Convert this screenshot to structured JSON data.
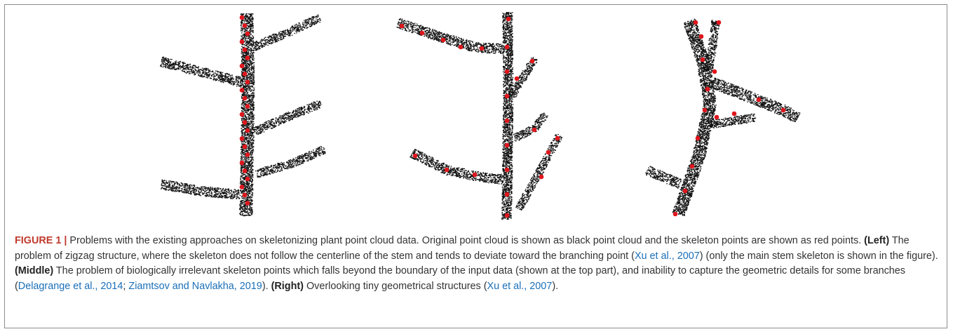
{
  "figure": {
    "panels": [
      {
        "name": "left",
        "description_key": "zigzag"
      },
      {
        "name": "middle",
        "description_key": "irrelevant"
      },
      {
        "name": "right",
        "description_key": "tiny"
      }
    ],
    "colors": {
      "cloud": "#111111",
      "skeleton": "#e0161d",
      "frame": "#8c8c8c",
      "label": "#c0392b",
      "link": "#1a6fb8"
    }
  },
  "caption": {
    "label": "FIGURE 1 |",
    "intro": " Problems with the existing approaches on skeletonizing plant point cloud data. Original point cloud is shown as black point cloud and the skeleton points are shown as red points. ",
    "left_tag": "(Left)",
    "left_text": " The problem of zigzag structure, where the skeleton does not follow the centerline of the stem and tends to deviate toward the branching point (",
    "left_cite": "Xu et al., 2007",
    "left_tail": ") (only the main stem skeleton is shown in the figure). ",
    "middle_tag": "(Middle)",
    "middle_text": " The problem of biologically irrelevant skeleton points which falls beyond the boundary of the input data (shown at the top part), and inability to capture the geometric details for some branches (",
    "middle_cite1": "Delagrange et al., 2014",
    "middle_sep": "; ",
    "middle_cite2": "Ziamtsov and Navlakha, 2019",
    "middle_tail": "). ",
    "right_tag": "(Right)",
    "right_text": " Overlooking tiny geometrical structures (",
    "right_cite": "Xu et al., 2007",
    "right_tail": ")."
  }
}
